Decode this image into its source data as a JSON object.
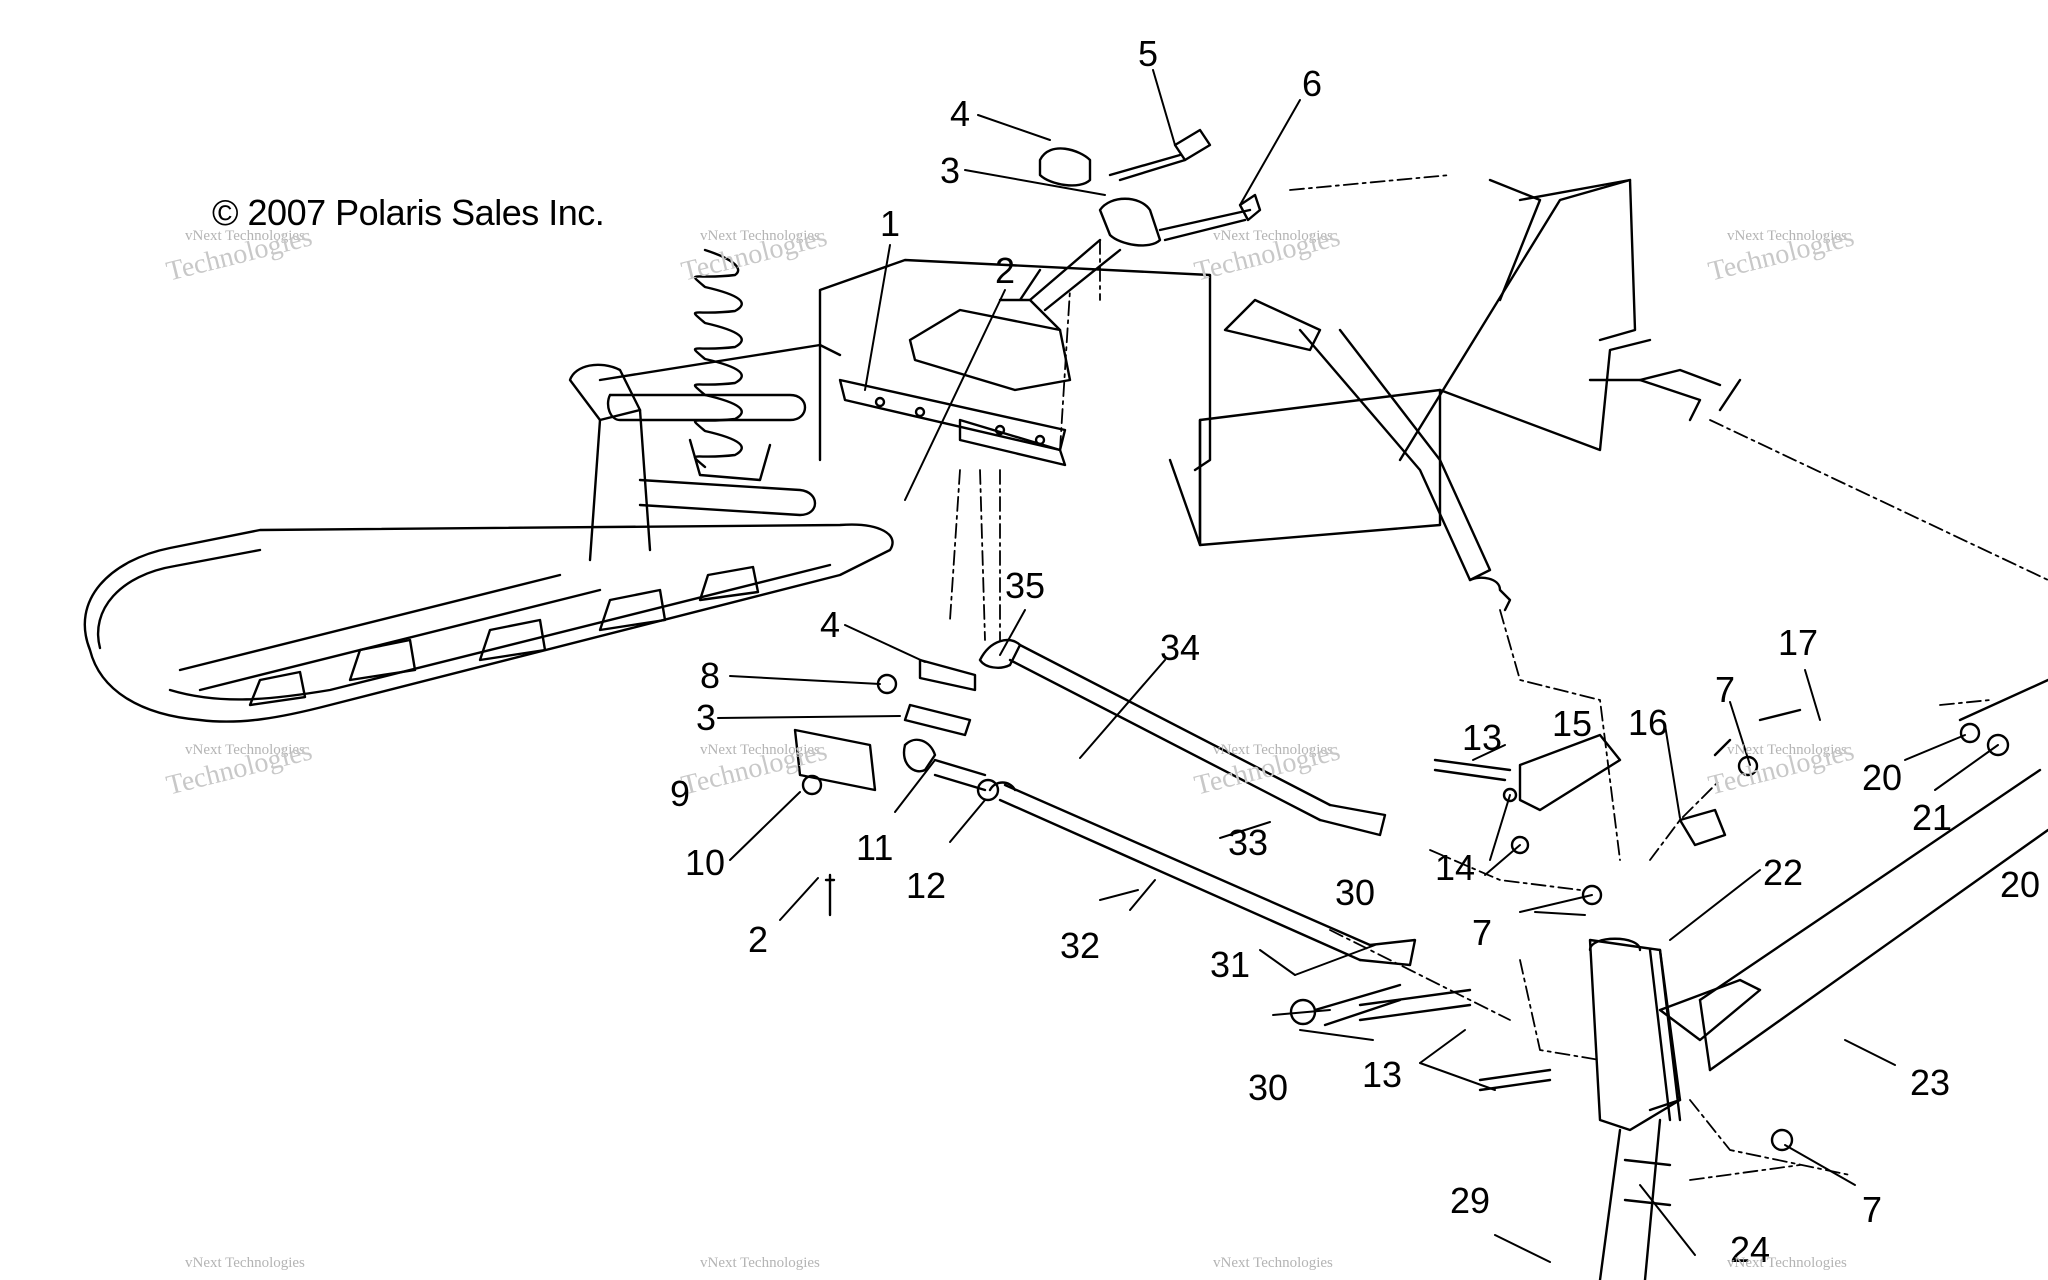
{
  "copyright": "© 2007 Polaris Sales Inc.",
  "watermark": {
    "line1": "vNext Technologies",
    "line2": "Technologies",
    "color": "#b4b4b4"
  },
  "callouts": {
    "n1": "1",
    "n2a": "2",
    "n2b": "2",
    "n3a": "3",
    "n3b": "3",
    "n4a": "4",
    "n4b": "4",
    "n5": "5",
    "n6": "6",
    "n7a": "7",
    "n7b": "7",
    "n7c": "7",
    "n8": "8",
    "n9": "9",
    "n10": "10",
    "n11": "11",
    "n12": "12",
    "n13a": "13",
    "n13b": "13",
    "n14": "14",
    "n15": "15",
    "n16": "16",
    "n17": "17",
    "n20a": "20",
    "n20b": "20",
    "n21": "21",
    "n22": "22",
    "n23": "23",
    "n24": "24",
    "n29": "29",
    "n30a": "30",
    "n30b": "30",
    "n31": "31",
    "n32": "32",
    "n33": "33",
    "n34": "34",
    "n35": "35"
  }
}
